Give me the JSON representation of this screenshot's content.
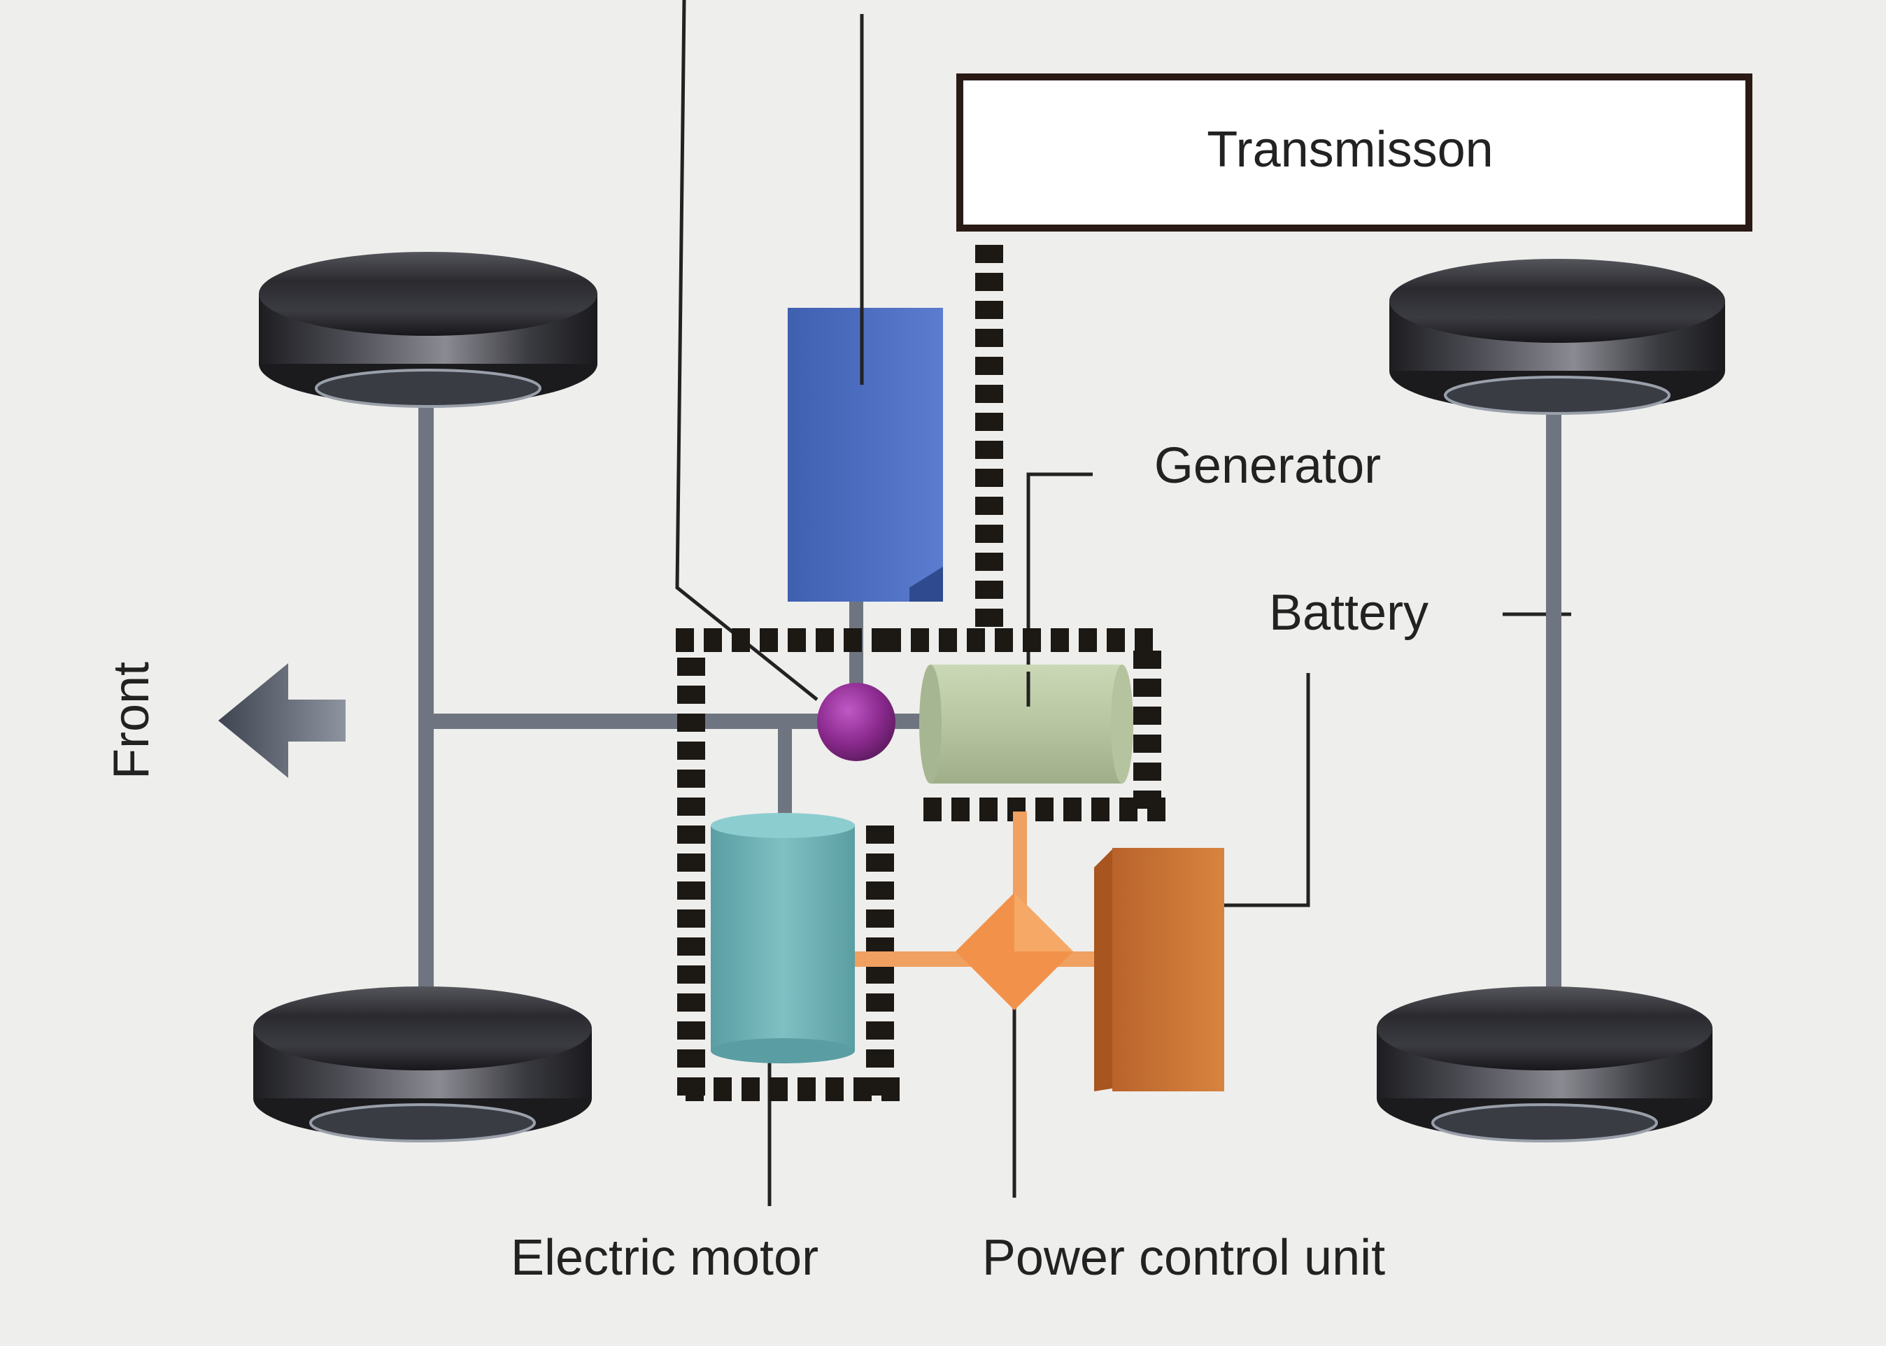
{
  "labels": {
    "transmission": "Transmisson",
    "generator": "Generator",
    "battery": "Battery",
    "electric_motor": "Electric motor",
    "power_control_unit": "Power control unit",
    "front": "Front"
  },
  "colors": {
    "background": "#eeeeec",
    "engine_block": "#4f72c2",
    "generator": "#b9c8a4",
    "electric_motor": "#69b0b4",
    "battery": "#c9763a",
    "power_control_unit": "#f2924a",
    "power_split_device": "#8b2a8e",
    "tire": "#2b2b30",
    "axle": "#6f7580",
    "dotted_path": "#1c1814",
    "electric_path": "#f0a060"
  }
}
